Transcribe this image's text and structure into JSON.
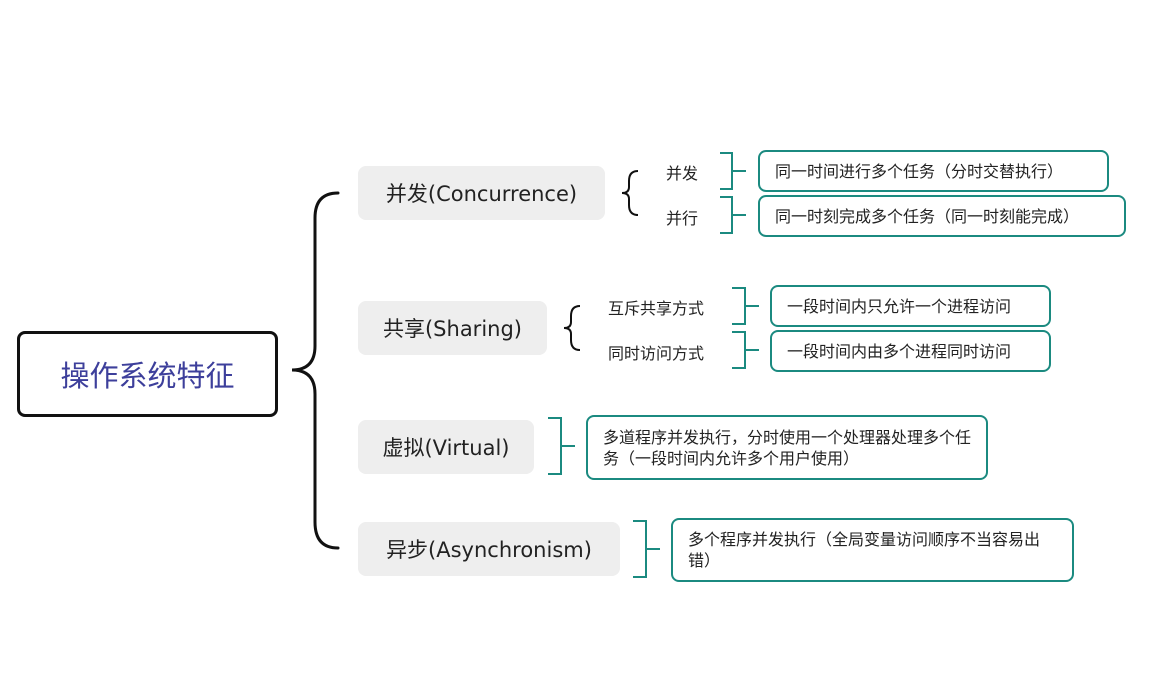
{
  "root": {
    "label": "操作系统特征"
  },
  "branches": [
    {
      "label": "并发(Concurrence)",
      "subs": [
        {
          "label": "并发",
          "detail": "同一时间进行多个任务（分时交替执行）"
        },
        {
          "label": "并行",
          "detail": "同一时刻完成多个任务（同一时刻能完成）"
        }
      ]
    },
    {
      "label": "共享(Sharing)",
      "subs": [
        {
          "label": "互斥共享方式",
          "detail": "一段时间内只允许一个进程访问"
        },
        {
          "label": "同时访问方式",
          "detail": "一段时间内由多个进程同时访问"
        }
      ]
    },
    {
      "label": "虚拟(Virtual)",
      "detail": "多道程序并发执行，分时使用一个处理器处理多个任务（一段时间内允许多个用户使用）"
    },
    {
      "label": "异步(Asynchronism)",
      "detail": "多个程序并发执行（全局变量访问顺序不当容易出错）"
    }
  ],
  "colors": {
    "root_text": "#3d3f9b",
    "root_border": "#111111",
    "branch_bg": "#eeeeee",
    "leaf_border": "#1b8a80",
    "connector_black": "#111111",
    "connector_teal": "#1b8a80"
  }
}
